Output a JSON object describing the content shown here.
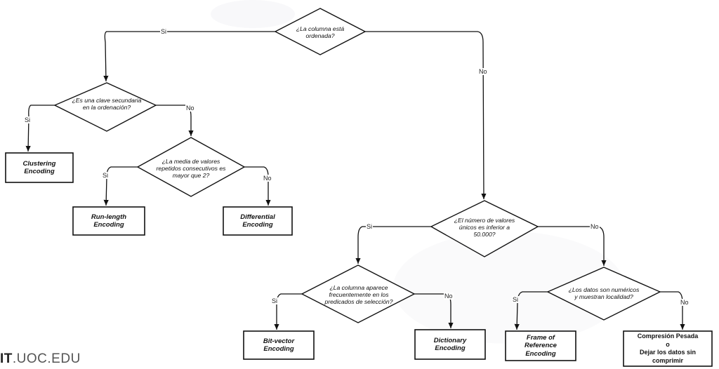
{
  "nodes": {
    "q_ordenada": "¿La columna está\nordenada?",
    "q_clave_secundaria": "¿Es una clave secundaria\nen la ordenación?",
    "q_media_valores": "¿La media de valores\nrepetidos consecutivos es\nmayor que 2?",
    "q_valores_unicos": "¿El número de valores\núnicos es inferior a\n50.000?",
    "q_aparece_predicados": "¿La columna aparece\nfrecuentemente en los\npredicados de selección?",
    "q_datos_numericos": "¿Los datos son numéricos\ny muestran localidad?",
    "r_clustering": "Clustering\nEncoding",
    "r_run_length": "Run-length\nEncoding",
    "r_differential": "Differential\nEncoding",
    "r_bit_vector": "Bit-vector\nEncoding",
    "r_dictionary": "Dictionary\nEncoding",
    "r_frame_reference": "Frame of\nReference\nEncoding",
    "r_compresion": "Compresión Pesada\no\nDejar los datos sin\ncomprimir"
  },
  "edges": {
    "si": "Si",
    "no": "No"
  },
  "footer": {
    "brand": "IT",
    "domain": ".UOC.EDU"
  }
}
